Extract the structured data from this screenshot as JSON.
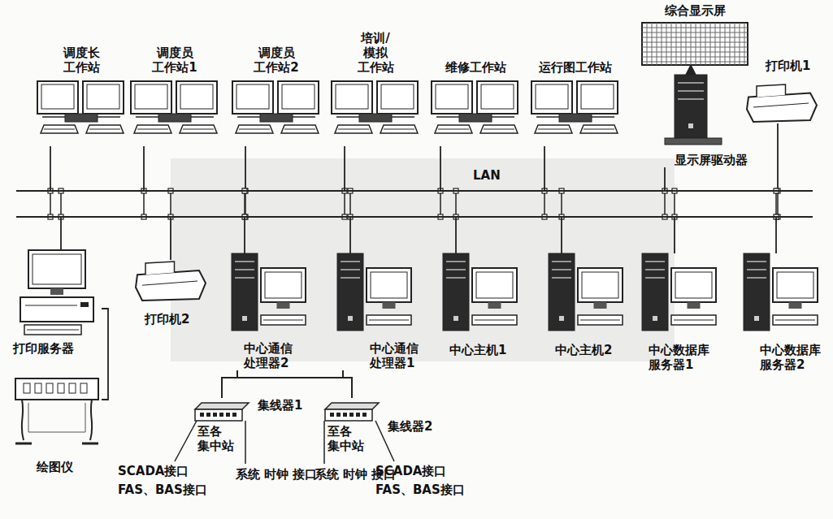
{
  "diagram": {
    "nodes": [
      {
        "text": [
          "调度长 工作站"
        ]
      },
      {
        "text": [
          "调度员 工作站1"
        ]
      },
      {
        "text": [
          "调度员 工作站2"
        ]
      },
      {
        "text": [
          "培训/模拟 工作站"
        ]
      },
      {
        "text": [
          "维修工作站"
        ]
      },
      {
        "text": [
          "运行图工作站"
        ]
      },
      {
        "text": [
          "综合显示屏"
        ]
      },
      {
        "text": [
          "显示屏驱动器"
        ]
      },
      {
        "text": [
          "打印机1"
        ]
      },
      {
        "text": [
          "LAN"
        ]
      },
      {
        "text": [
          "打印服务器"
        ]
      },
      {
        "text": [
          "绘图仪"
        ]
      },
      {
        "text": [
          "打印机2"
        ]
      },
      {
        "text": [
          "中心通信 处理器2"
        ]
      },
      {
        "text": [
          "中心通信 处理器1"
        ]
      },
      {
        "text": [
          "中心主机1"
        ]
      },
      {
        "text": [
          "中心主机2"
        ]
      },
      {
        "text": [
          "中心数据库 服务器1"
        ]
      },
      {
        "text": [
          "中心数据库 服务器2"
        ]
      },
      {
        "text": [
          "集线器1",
          "至各 集中站"
        ]
      },
      {
        "text": [
          "集线器2",
          "至各 集中站"
        ]
      }
    ],
    "edges": [
      {
        "from": 0,
        "to": 9,
        "arrow": "none"
      },
      {
        "from": 1,
        "to": 9,
        "arrow": "none"
      },
      {
        "from": 2,
        "to": 9,
        "arrow": "none"
      },
      {
        "from": 3,
        "to": 9,
        "arrow": "none"
      },
      {
        "from": 4,
        "to": 9,
        "arrow": "none"
      },
      {
        "from": 5,
        "to": 9,
        "arrow": "none"
      },
      {
        "from": 7,
        "to": 6,
        "arrow": "to"
      },
      {
        "from": 7,
        "to": 9,
        "arrow": "none"
      },
      {
        "from": 8,
        "to": 9,
        "arrow": "none"
      },
      {
        "from": 10,
        "to": 9,
        "arrow": "none"
      },
      {
        "from": 10,
        "to": 11,
        "arrow": "none"
      },
      {
        "from": 12,
        "to": 9,
        "arrow": "none"
      },
      {
        "from": 13,
        "to": 9,
        "arrow": "none"
      },
      {
        "from": 14,
        "to": 9,
        "arrow": "none"
      },
      {
        "from": 15,
        "to": 9,
        "arrow": "none"
      },
      {
        "from": 16,
        "to": 9,
        "arrow": "none"
      },
      {
        "from": 17,
        "to": 9,
        "arrow": "none"
      },
      {
        "from": 18,
        "to": 9,
        "arrow": "none"
      },
      {
        "from": 13,
        "to": 19,
        "arrow": "none"
      },
      {
        "from": 13,
        "to": 20,
        "arrow": "none"
      },
      {
        "from": 14,
        "to": 19,
        "arrow": "none"
      },
      {
        "from": 14,
        "to": 20,
        "arrow": "none"
      }
    ],
    "labels": [
      "SCADA接口",
      "FAS、BAS接口",
      "系统 时钟 接口",
      "系统 时钟 接口",
      "SCADA接口",
      "FAS、BAS接口"
    ]
  }
}
